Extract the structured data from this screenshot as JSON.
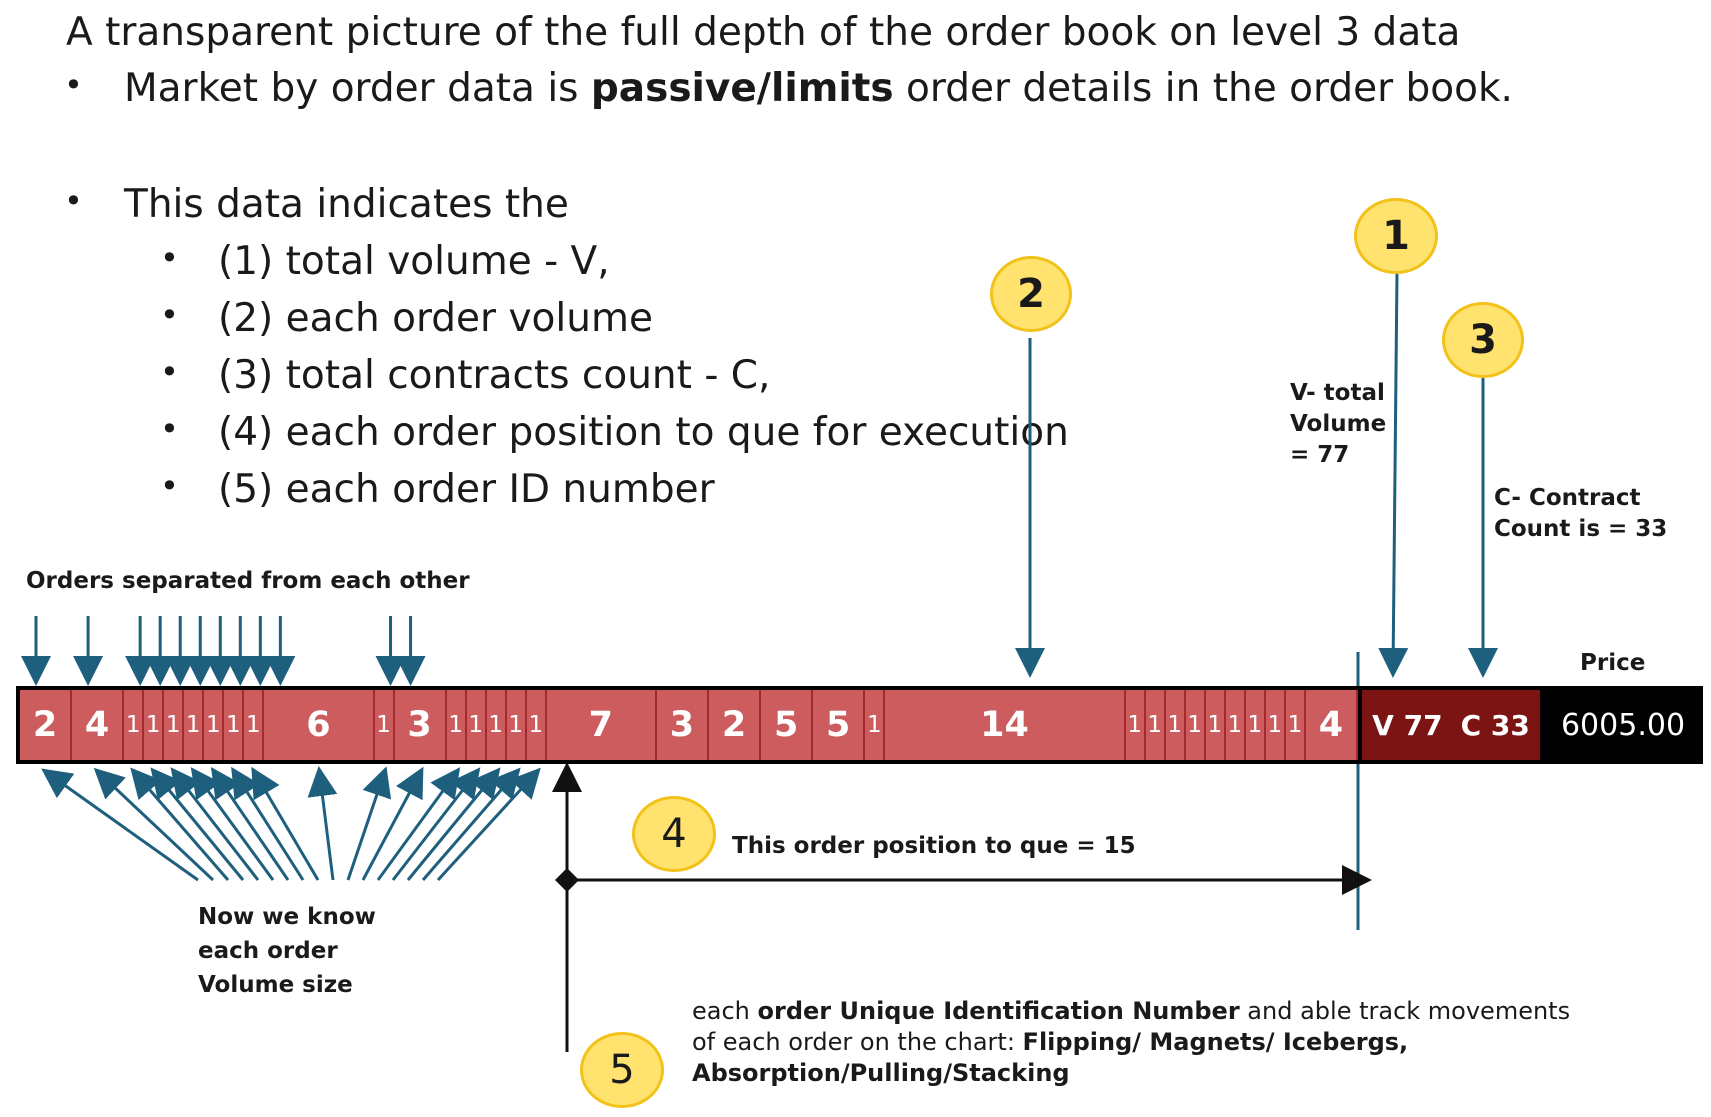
{
  "title": "A transparent picture of the full depth of the order book on level 3 data",
  "bullets": {
    "market_by_order_pre": "Market by order data is ",
    "market_by_order_bold": "passive/limits",
    "market_by_order_post": " order details in the order book.",
    "indicates": "This data indicates the",
    "items": [
      "(1) total volume - V,",
      "(2) each order volume",
      "(3) total contracts count - C,",
      "(4) each order position to que for execution",
      "(5) each order ID number"
    ]
  },
  "badges": [
    "1",
    "2",
    "3",
    "4",
    "5"
  ],
  "labels": {
    "orders_separated": "Orders separated from each other",
    "v_total_line1": "V- total",
    "v_total_line2": "Volume",
    "v_total_line3": "= 77",
    "c_contract_line1": "C- Contract",
    "c_contract_line2": "Count is = 33",
    "price_header": "Price",
    "queue_position": "This order position to que = 15",
    "now_we_know_line1": "Now we know",
    "now_we_know_line2": "each order",
    "now_we_know_line3": "Volume size"
  },
  "order_book": {
    "orders": [
      "2",
      "4",
      "1",
      "1",
      "1",
      "1",
      "1",
      "1",
      "1",
      "6",
      "1",
      "3",
      "1",
      "1",
      "1",
      "1",
      "1",
      "7",
      "3",
      "2",
      "5",
      "5",
      "1",
      "14",
      "1",
      "1",
      "1",
      "1",
      "1",
      "1",
      "1",
      "1",
      "1",
      "4"
    ],
    "total_volume_label": "V 77",
    "contract_count_label": "C 33",
    "price": "6005.00"
  },
  "id_note": {
    "line1_pre": "each ",
    "line1_bold": "order Unique Identification Number",
    "line1_post": " and able track movements",
    "line2_pre": "of each order on the chart: ",
    "line2_bold": "Flipping/ Magnets/ Icebergs,",
    "line3_bold": "Absorption/Pulling/Stacking"
  },
  "colors": {
    "order_cell": "#cd5c5f",
    "order_border": "#a52a30",
    "vc_box": "#7d1414",
    "price_box": "#000000",
    "arrow": "#1f5f7e",
    "badge_fill": "#ffe36e",
    "badge_border": "#f2c21a"
  }
}
